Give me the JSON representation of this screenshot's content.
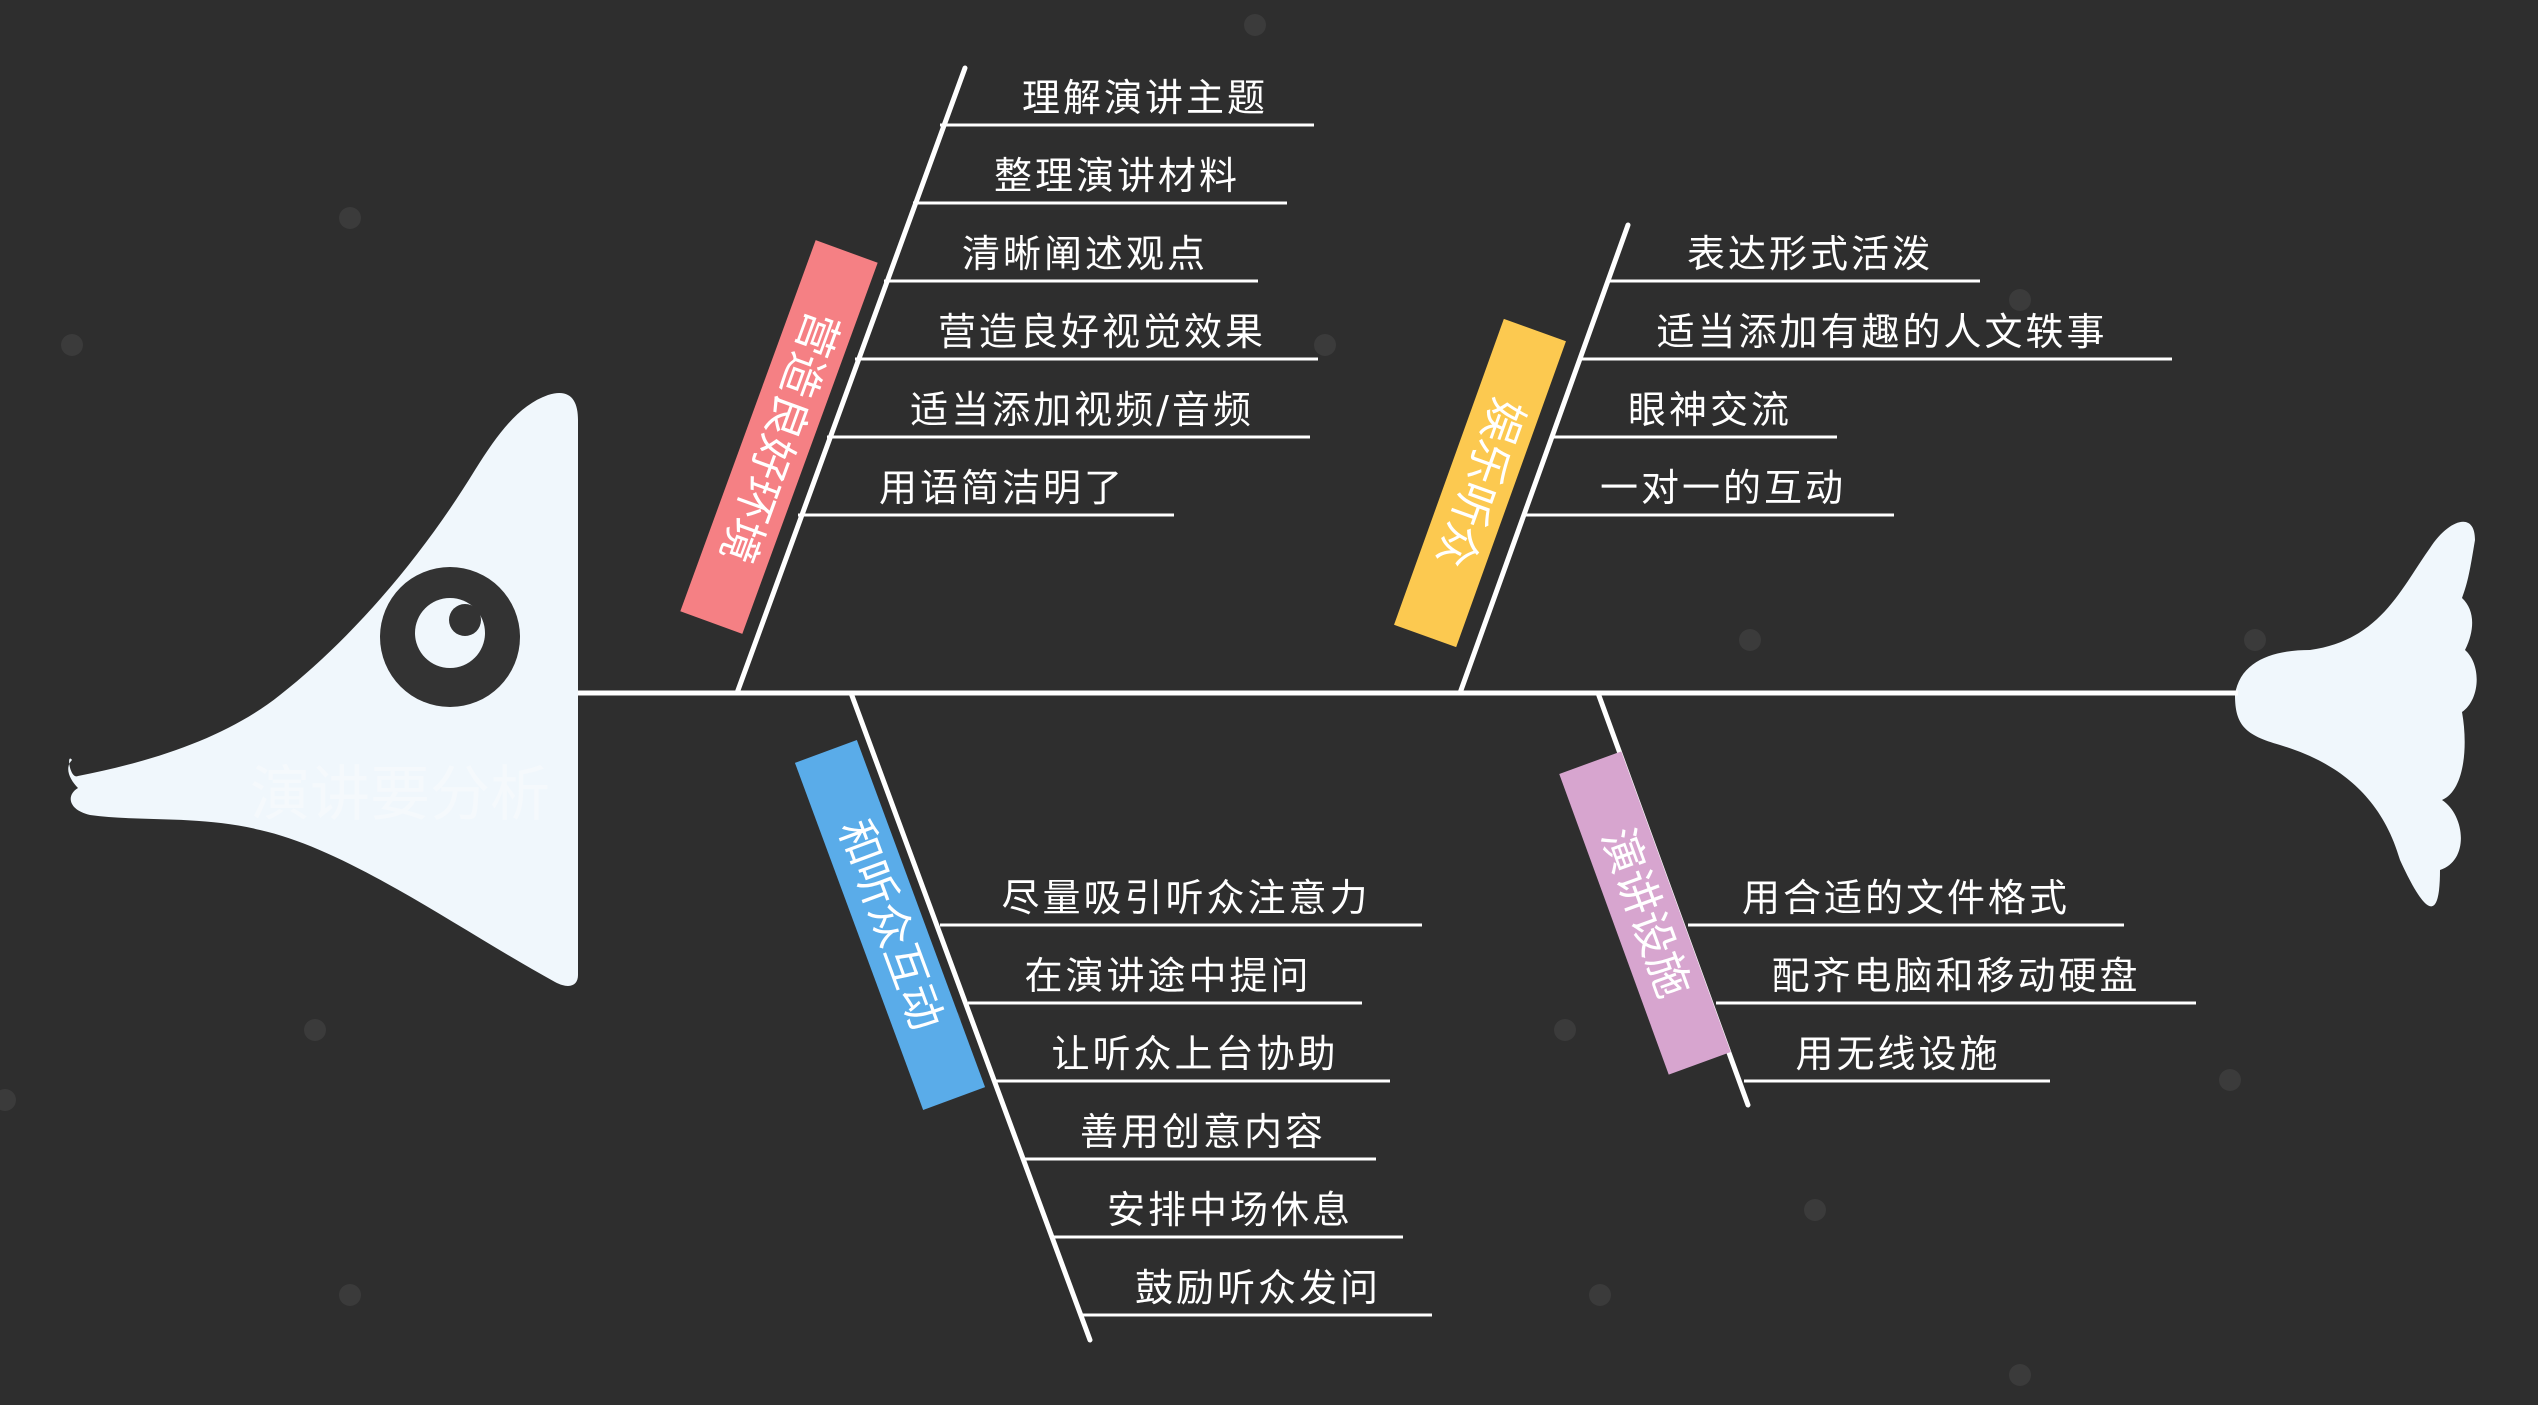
{
  "diagram": {
    "title": "演讲要分析",
    "colors": {
      "background": "#2e2e2e",
      "fish": "#f0f7fc",
      "eye": "#333333",
      "line": "#ffffff",
      "dot": "#3b3b3b"
    },
    "branches": [
      {
        "id": "environment",
        "label": "营造良好环境",
        "color": "#f58084",
        "items": [
          "理解演讲主题",
          "整理演讲材料",
          "清晰阐述观点",
          "营造良好视觉效果",
          "适当添加视频/音频",
          "用语简洁明了"
        ]
      },
      {
        "id": "entertain",
        "label": "娱乐听众",
        "color": "#fcc950",
        "items": [
          "表达形式活泼",
          "适当添加有趣的人文轶事",
          "眼神交流",
          "一对一的互动"
        ]
      },
      {
        "id": "interact",
        "label": "和听众互动",
        "color": "#5aace9",
        "items": [
          "尽量吸引听众注意力",
          "在演讲途中提问",
          "让听众上台协助",
          "善用创意内容",
          "安排中场休息",
          "鼓励听众发问"
        ]
      },
      {
        "id": "facilities",
        "label": "演讲设施",
        "color": "#d7a5cf",
        "items": [
          "用合适的文件格式",
          "配齐电脑和移动硬盘",
          "用无线设施"
        ]
      }
    ]
  }
}
